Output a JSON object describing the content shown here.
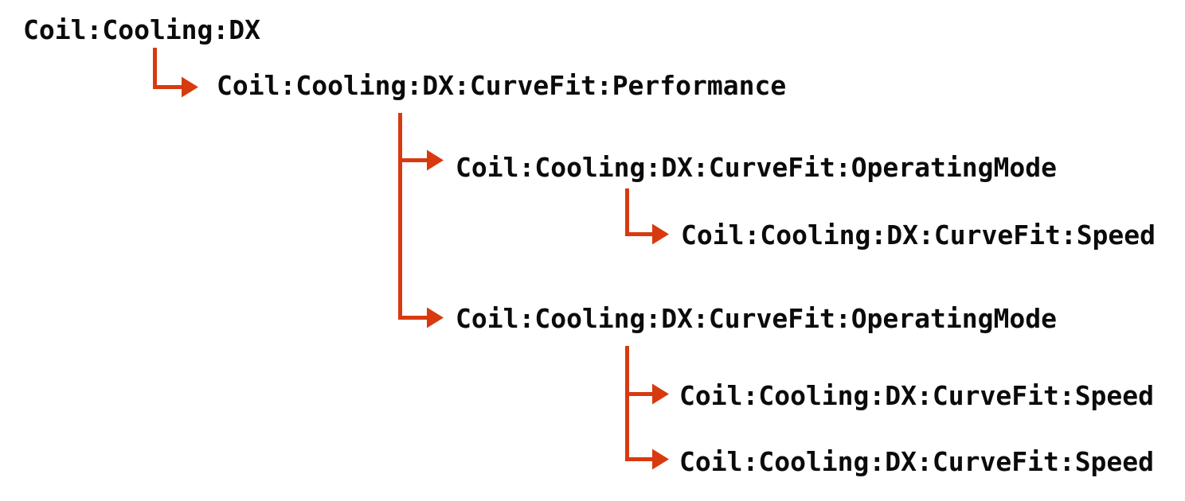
{
  "colors": {
    "arrow": "#D83A10",
    "text": "#0B0B0B",
    "background": "#FFFFFF"
  },
  "nodes": [
    {
      "label": "Coil:Cooling:DX",
      "depth": 0
    },
    {
      "label": "Coil:Cooling:DX:CurveFit:Performance",
      "depth": 1
    },
    {
      "label": "Coil:Cooling:DX:CurveFit:OperatingMode",
      "depth": 2
    },
    {
      "label": "Coil:Cooling:DX:CurveFit:Speed",
      "depth": 3
    },
    {
      "label": "Coil:Cooling:DX:CurveFit:OperatingMode",
      "depth": 2
    },
    {
      "label": "Coil:Cooling:DX:CurveFit:Speed",
      "depth": 3
    },
    {
      "label": "Coil:Cooling:DX:CurveFit:Speed",
      "depth": 3
    }
  ]
}
